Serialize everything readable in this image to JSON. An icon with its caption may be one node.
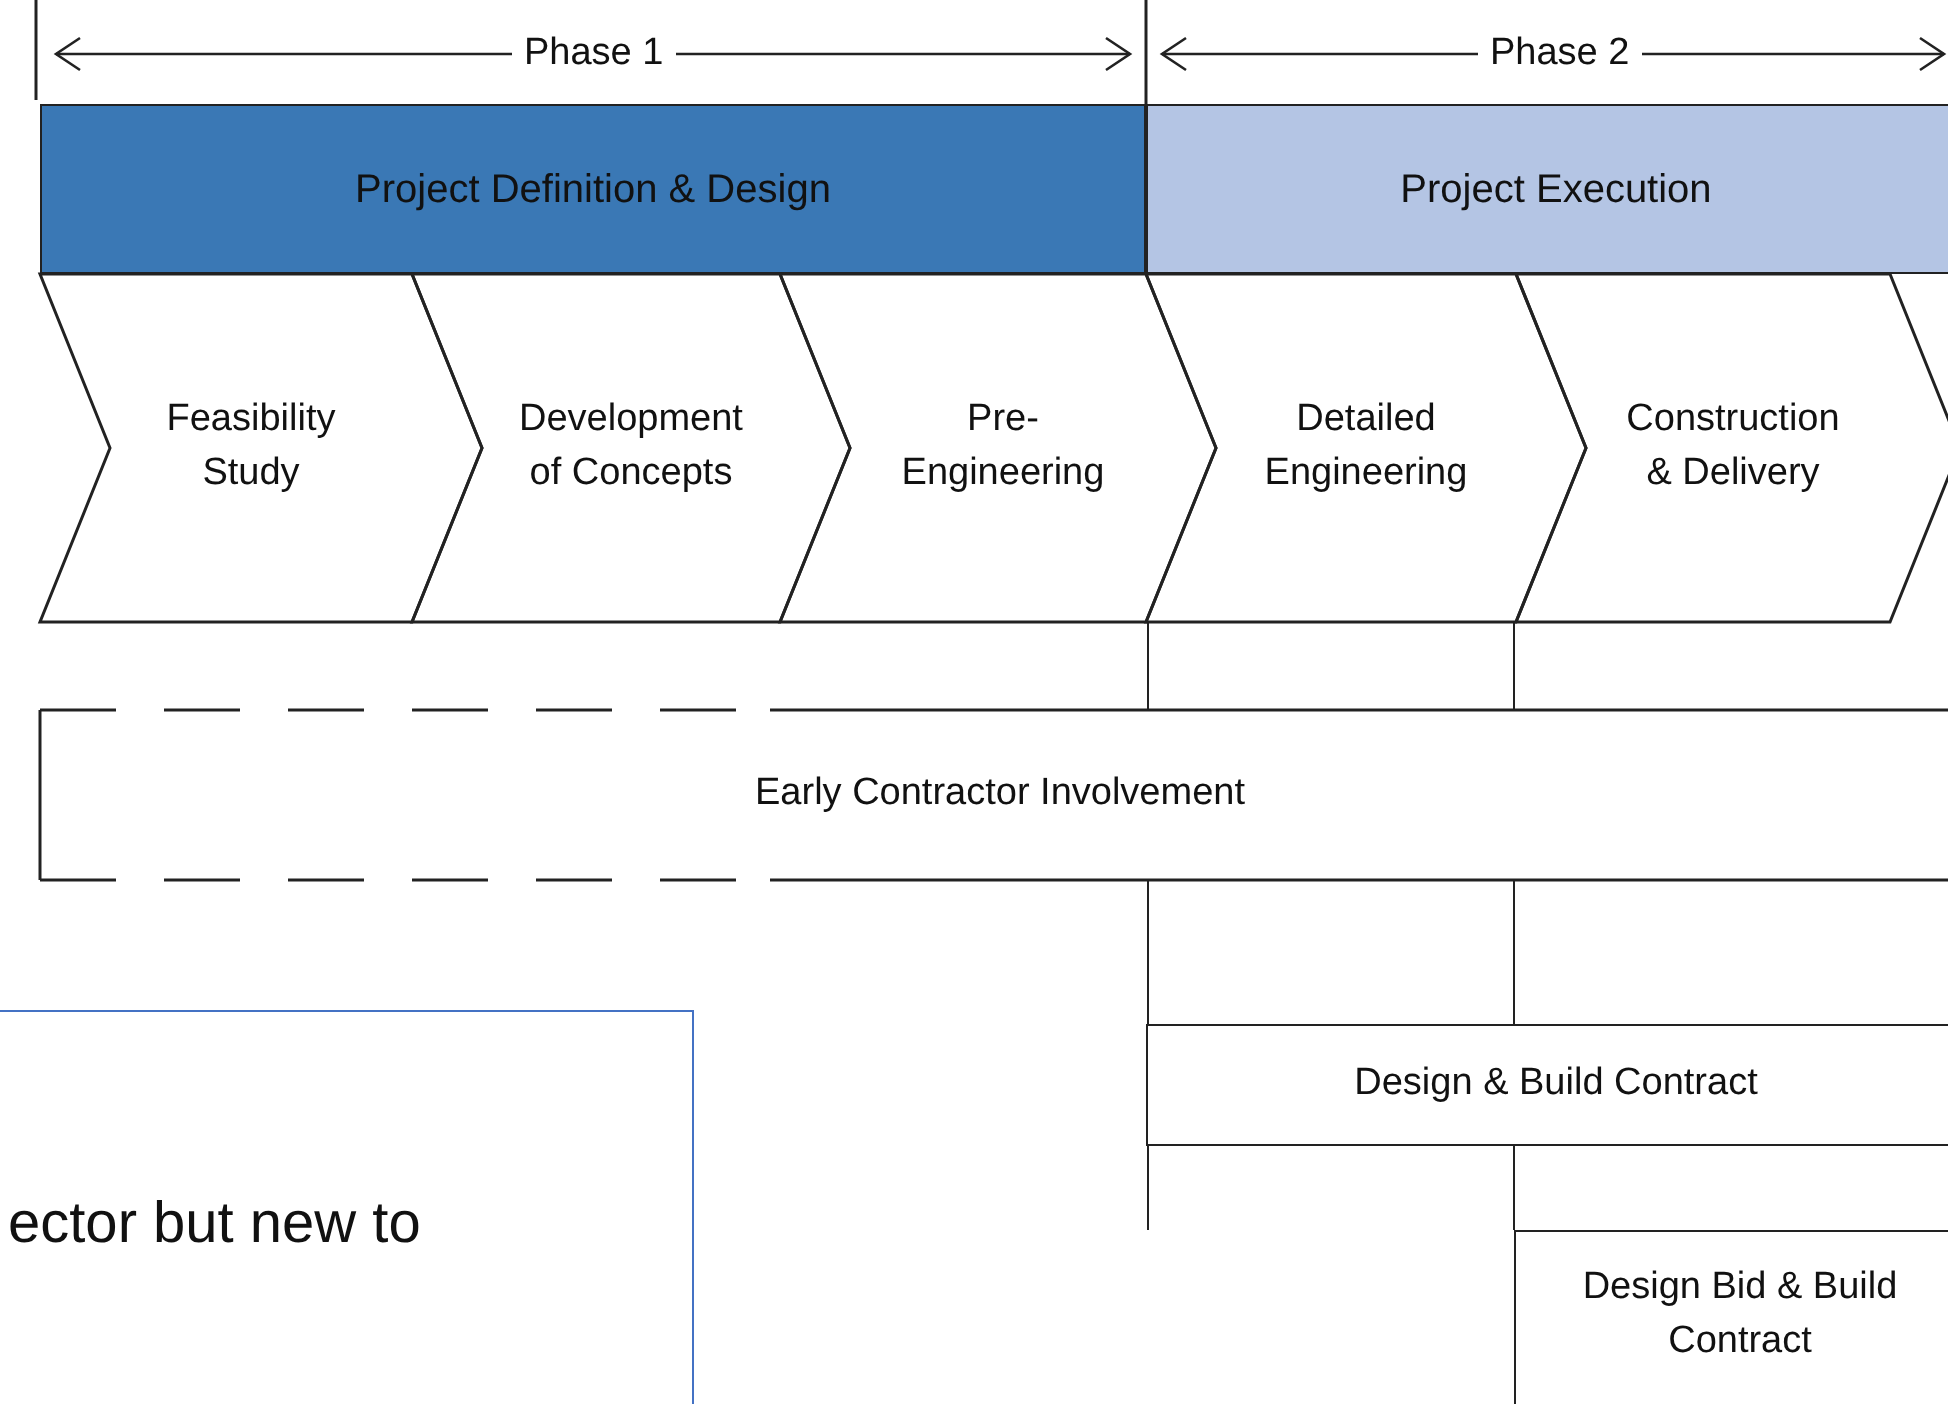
{
  "diagram": {
    "nodes": [
      {
        "text": [
          "Project Definition & Design"
        ]
      },
      {
        "text": [
          "Project Execution"
        ]
      },
      {
        "text": [
          "Feasibility Study"
        ]
      },
      {
        "text": [
          "Development of Concepts"
        ]
      },
      {
        "text": [
          "Pre-Engineering"
        ]
      },
      {
        "text": [
          "Detailed Engineering"
        ]
      },
      {
        "text": [
          "Construction & Delivery"
        ]
      },
      {
        "text": [
          "Early Contractor Involvement"
        ]
      },
      {
        "text": [
          "Design & Build Contract"
        ]
      },
      {
        "text": [
          "Design Bid & Build Contract"
        ]
      },
      {
        "text": [
          "ector but new to"
        ]
      }
    ],
    "edges": [
      {
        "from": 5,
        "to": 7,
        "arrow": "none"
      },
      {
        "from": 5,
        "to": 7,
        "arrow": "none"
      },
      {
        "from": 7,
        "to": 8,
        "arrow": "none"
      },
      {
        "from": 7,
        "to": 8,
        "arrow": "none"
      },
      {
        "from": 8,
        "to": null,
        "arrow": "none"
      },
      {
        "from": 8,
        "to": 9,
        "arrow": "none"
      }
    ],
    "labels": [
      "Phase 1",
      "Phase 2"
    ]
  }
}
